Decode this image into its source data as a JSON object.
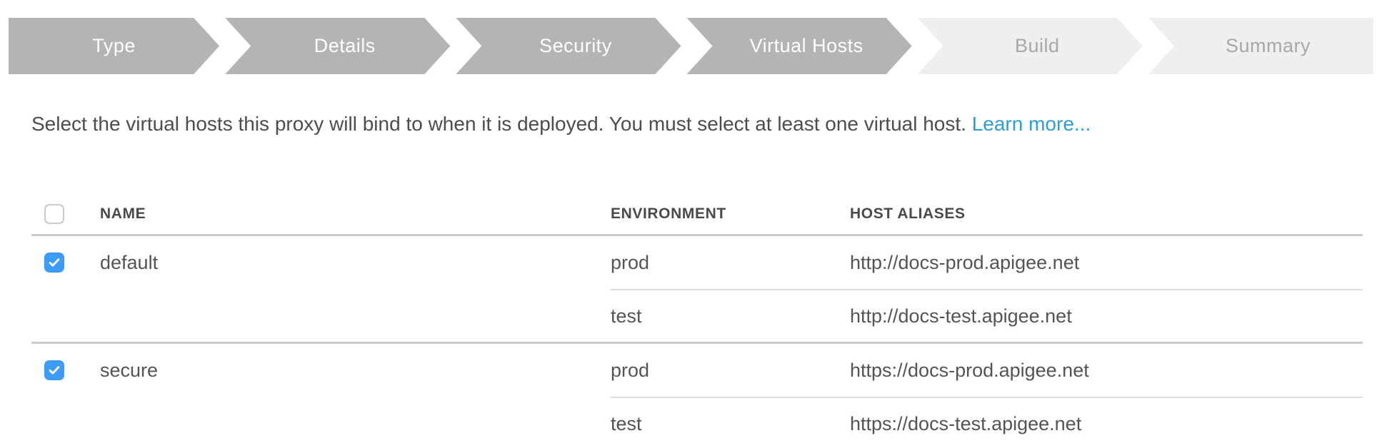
{
  "stepper": {
    "steps": [
      {
        "label": "Type",
        "state": "active"
      },
      {
        "label": "Details",
        "state": "active"
      },
      {
        "label": "Security",
        "state": "active"
      },
      {
        "label": "Virtual Hosts",
        "state": "active"
      },
      {
        "label": "Build",
        "state": "inactive"
      },
      {
        "label": "Summary",
        "state": "inactive"
      }
    ]
  },
  "description": {
    "text": "Select the virtual hosts this proxy will bind to when it is deployed. You must select at least one virtual host. ",
    "link_label": "Learn more..."
  },
  "table": {
    "columns": [
      "NAME",
      "ENVIRONMENT",
      "HOST ALIASES"
    ],
    "select_all_checked": false,
    "groups": [
      {
        "name": "default",
        "checked": true,
        "hosts": [
          {
            "environment": "prod",
            "host_alias": "http://docs-prod.apigee.net"
          },
          {
            "environment": "test",
            "host_alias": "http://docs-test.apigee.net"
          }
        ]
      },
      {
        "name": "secure",
        "checked": true,
        "hosts": [
          {
            "environment": "prod",
            "host_alias": "https://docs-prod.apigee.net"
          },
          {
            "environment": "test",
            "host_alias": "https://docs-test.apigee.net"
          }
        ]
      }
    ]
  },
  "colors": {
    "step_active_bg": "#b4b4b4",
    "step_active_text": "#ffffff",
    "step_inactive_bg": "#efefef",
    "step_inactive_text": "#a8a8a8",
    "link_blue": "#2b9fd6",
    "checkbox_checked_bg": "#3d9bf9",
    "divider_strong": "#c9c9c9",
    "divider_light": "#dcdcdc",
    "body_text": "#4d4d4d"
  }
}
